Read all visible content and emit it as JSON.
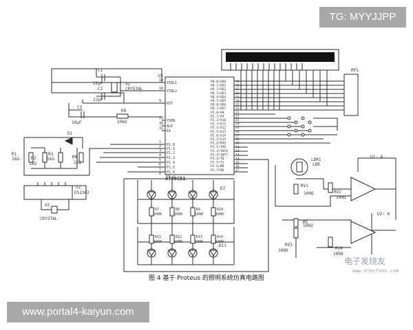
{
  "watermarks": {
    "top_right": "TG: MYYJJPP",
    "bottom_left": "www.portal4-kaiyun.com",
    "site_logo": "电子发烧友",
    "site_url": "www.elecfans.com"
  },
  "caption": "图 4  基于 Proteus 的照明系统仿真电路图",
  "mcu": {
    "ref": "U1",
    "part": "AT89C51",
    "left_pins": [
      {
        "num": "19",
        "name": "XTAL1"
      },
      {
        "num": "18",
        "name": "XTAL2"
      },
      {
        "num": "9",
        "name": "RST"
      },
      {
        "num": "29",
        "name": "PSEN"
      },
      {
        "num": "30",
        "name": "ALE"
      },
      {
        "num": "31",
        "name": "EA"
      },
      {
        "num": "1",
        "name": "P1.0"
      },
      {
        "num": "2",
        "name": "P1.1"
      },
      {
        "num": "3",
        "name": "P1.2"
      },
      {
        "num": "4",
        "name": "P1.3"
      },
      {
        "num": "5",
        "name": "P1.4"
      },
      {
        "num": "6",
        "name": "P1.5"
      },
      {
        "num": "7",
        "name": "P1.6"
      },
      {
        "num": "8",
        "name": "P1.7"
      }
    ],
    "right_pins": [
      {
        "num": "39",
        "name": "P0.0/AD0"
      },
      {
        "num": "38",
        "name": "P0.1/AD1"
      },
      {
        "num": "37",
        "name": "P0.2/AD2"
      },
      {
        "num": "36",
        "name": "P0.3/AD3"
      },
      {
        "num": "35",
        "name": "P0.4/AD4"
      },
      {
        "num": "34",
        "name": "P0.5/AD5"
      },
      {
        "num": "33",
        "name": "P0.6/AD6"
      },
      {
        "num": "32",
        "name": "P0.7/AD7"
      },
      {
        "num": "21",
        "name": "P2.0/A8"
      },
      {
        "num": "22",
        "name": "P2.1/A9"
      },
      {
        "num": "23",
        "name": "P2.2/A10"
      },
      {
        "num": "24",
        "name": "P2.3/A11"
      },
      {
        "num": "25",
        "name": "P2.4/A12"
      },
      {
        "num": "26",
        "name": "P2.5/A13"
      },
      {
        "num": "27",
        "name": "P2.6/A14"
      },
      {
        "num": "28",
        "name": "P2.7/A15"
      },
      {
        "num": "10",
        "name": "P3.0/RXD"
      },
      {
        "num": "11",
        "name": "P3.1/TXD"
      },
      {
        "num": "12",
        "name": "P3.2/INT0"
      },
      {
        "num": "13",
        "name": "P3.3/INT1"
      },
      {
        "num": "14",
        "name": "P3.4/T0"
      },
      {
        "num": "15",
        "name": "P3.5/T1"
      },
      {
        "num": "16",
        "name": "P3.6/WR"
      },
      {
        "num": "17",
        "name": "P3.7/RD"
      }
    ]
  },
  "components": {
    "c1": "C1",
    "c1_val": "22pF",
    "c2": "C2",
    "c2_val": "22pF",
    "c3": "C3",
    "c3_val": "10μF",
    "x1": "X1",
    "x1_val": "CRYSTAL",
    "r9": "R9",
    "r9_val": "10kΩ",
    "d1": "D1",
    "r1": "R1",
    "r1_val": "1kΩ",
    "r2": "R2",
    "r2_val": "1kΩ",
    "r3": "R3",
    "r3_val": "1kΩ",
    "r4": "R4",
    "r4_val": "1kΩ",
    "u2": "U2",
    "u2_val": "DS1302",
    "x2": "X2",
    "x2_val": "CRYSTAL",
    "rp1": "RP1",
    "d7": "D7",
    "d11": "D11",
    "ldr": "LDR1",
    "ldr_val": "LDR",
    "u1a": "U1: A",
    "u2a": "U2: A",
    "rv1": "RV1",
    "rv1_val": "100Ω",
    "rv2": "RV2",
    "rv2_val": "100Ω",
    "rv3": "RV3",
    "rv3_val": "100Ω",
    "rv4": "RV4",
    "rv4_val": "100Ω",
    "r5": "R5",
    "r5_val": "10kΩ",
    "led_row1": [
      {
        "ref": "R7",
        "val": "100R"
      },
      {
        "ref": "R8",
        "val": "100R"
      },
      {
        "ref": "R9",
        "val": "100R"
      },
      {
        "ref": "R10",
        "val": "100R"
      }
    ],
    "led_row2": [
      {
        "ref": "R11",
        "val": "100R"
      },
      {
        "ref": "R12",
        "val": "100R"
      },
      {
        "ref": "R13",
        "val": "100R"
      },
      {
        "ref": "R14",
        "val": "100R"
      }
    ]
  },
  "colors": {
    "ink": "#2a2a2a",
    "lcd_panel": "#111111",
    "tag_bg": "#a8a8a8"
  }
}
